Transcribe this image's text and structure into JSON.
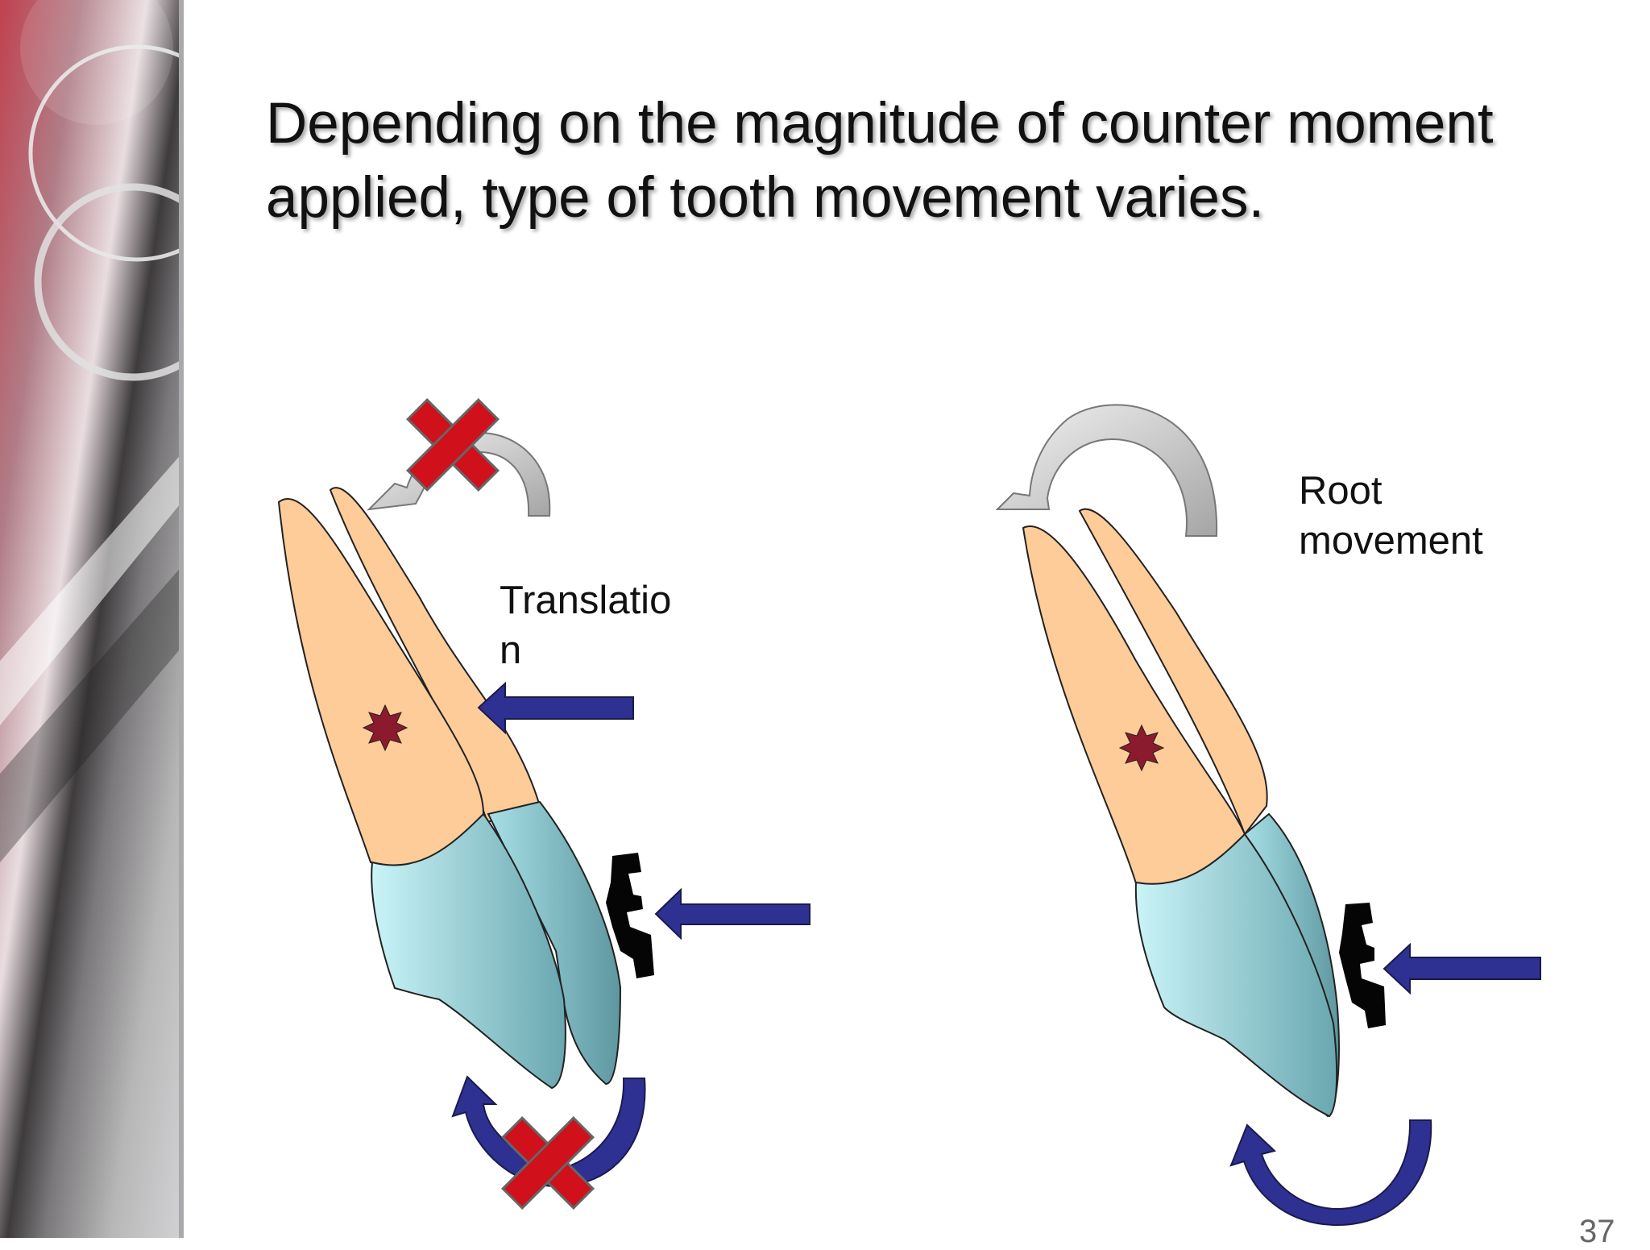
{
  "slide": {
    "title": "Depending on the magnitude of counter moment applied, type of tooth movement varies.",
    "page_number": "37"
  },
  "labels": {
    "translation": "Translation",
    "root_movement": "Root movement"
  },
  "colors": {
    "root": "#fdcc99",
    "crown": "#a9dfe8",
    "force_arrow": "#2e3191",
    "moment_arrow": "#c8c8c8",
    "cross": "#d0101b",
    "center_of_resistance": "#8b1a2e"
  },
  "icons": {
    "prohibited_marker": "red-x-icon",
    "center_of_resistance": "star-burst-icon"
  }
}
